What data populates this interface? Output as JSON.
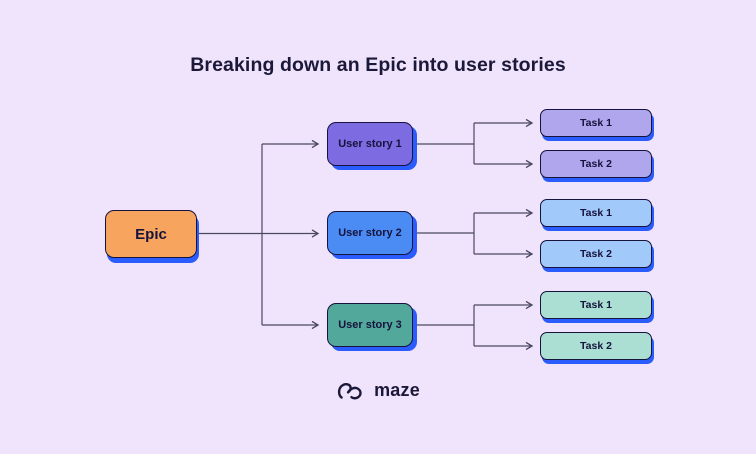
{
  "title": "Breaking down an Epic into user stories",
  "logo": {
    "text": "maze"
  },
  "colors": {
    "background": "#EFE4FB",
    "title_text": "#1B1839",
    "node_border": "#16133C",
    "node_text": "#16133C",
    "shadow_blue": "#2B5CFE",
    "line": "#4A4760",
    "epic_fill": "#F7A55E",
    "story1_fill": "#7C6BE1",
    "story2_fill": "#4B8CF4",
    "story3_fill": "#51A89B",
    "task_group1_fill": "#B0A6EE",
    "task_group2_fill": "#A1C9FA",
    "task_group3_fill": "#ABDFD4"
  },
  "nodes": {
    "epic": {
      "label": "Epic"
    },
    "stories": [
      {
        "label": "User story 1"
      },
      {
        "label": "User story 2"
      },
      {
        "label": "User story 3"
      }
    ],
    "tasks": [
      {
        "group": 1,
        "label": "Task 1"
      },
      {
        "group": 1,
        "label": "Task 2"
      },
      {
        "group": 2,
        "label": "Task 1"
      },
      {
        "group": 2,
        "label": "Task 2"
      },
      {
        "group": 3,
        "label": "Task 1"
      },
      {
        "group": 3,
        "label": "Task 2"
      }
    ]
  }
}
